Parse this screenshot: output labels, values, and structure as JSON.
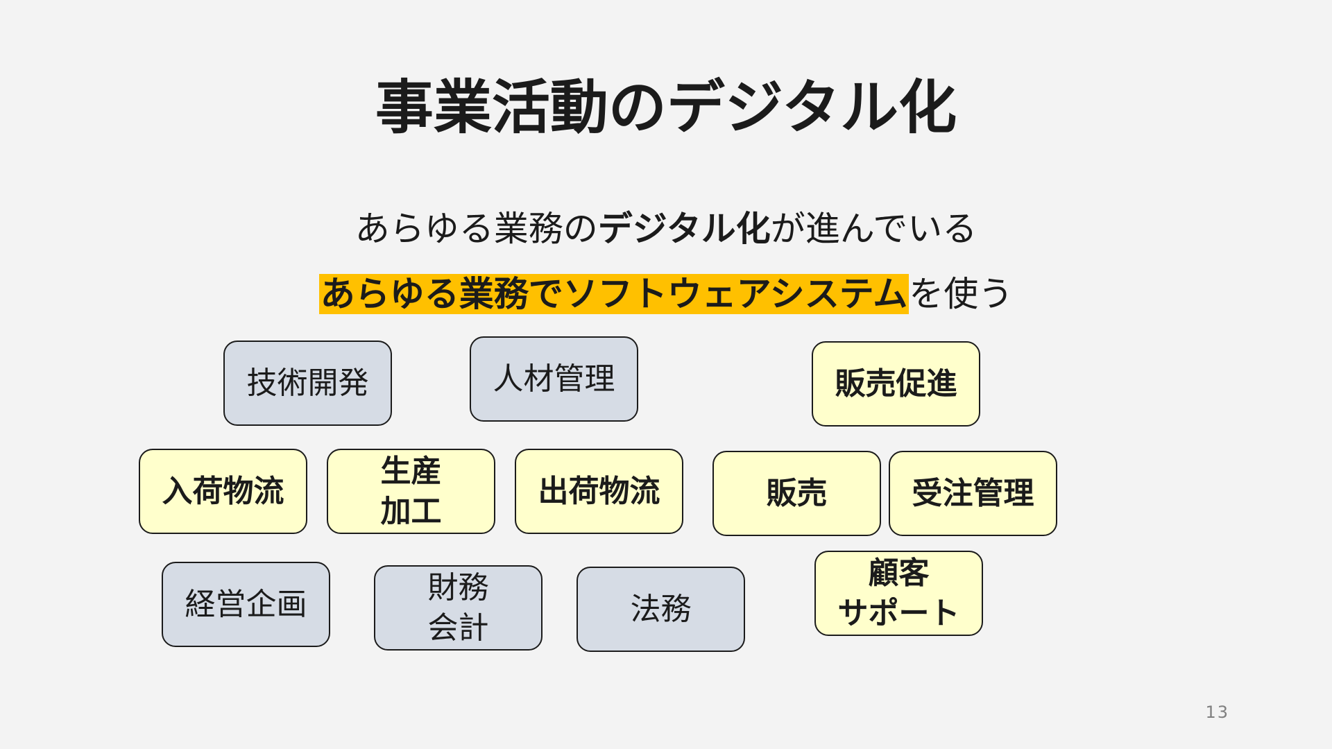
{
  "slide": {
    "title": "事業活動のデジタル化",
    "line1": {
      "prefix": "あらゆる業務の",
      "bold": "デジタル化",
      "suffix": "が進んでいる"
    },
    "line2": {
      "highlight": "あらゆる業務でソフトウェアシステム",
      "suffix": "を使う"
    },
    "page_number": "13"
  },
  "boxes": {
    "gijutsu": "技術開発",
    "jinzai": "人材管理",
    "hanbai_sokushin": "販売促進",
    "nyuka": "入荷物流",
    "seisan": "生産\n加工",
    "shukka": "出荷物流",
    "hanbai": "販売",
    "juchu": "受注管理",
    "keiei": "経営企画",
    "zaimu": "財務\n会計",
    "homu": "法務",
    "kokyaku": "顧客\nサポート"
  },
  "colors": {
    "background": "#f3f3f3",
    "highlight": "#ffc000",
    "support_box": "#d6dce5",
    "primary_box": "#ffffcc"
  }
}
